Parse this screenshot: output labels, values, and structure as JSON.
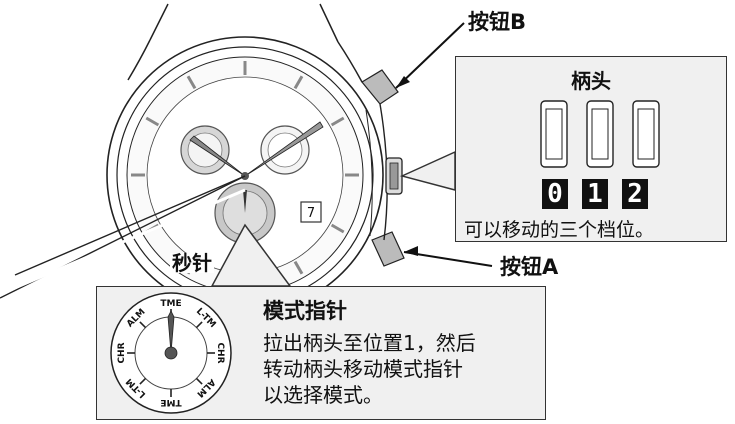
{
  "labels": {
    "button_b": "按钮B",
    "button_a": "按钮A",
    "second_hand": "秒针"
  },
  "crown_panel": {
    "title": "柄头",
    "positions": [
      "0",
      "1",
      "2"
    ],
    "caption": "可以移动的三个档位。"
  },
  "mode_panel": {
    "title": "模式指针",
    "lines": [
      "拉出柄头至位置1，然后",
      "转动柄头移动模式指针",
      "以选择模式。"
    ],
    "dial_labels": [
      "TME",
      "L-TM",
      "CHR",
      "ALM",
      "TME",
      "L-TM",
      "CHR",
      "ALM"
    ]
  },
  "date_window": "7",
  "colors": {
    "panel_bg": "#f0f0f0",
    "line": "#333333",
    "subdial": "#c8c8c8"
  }
}
